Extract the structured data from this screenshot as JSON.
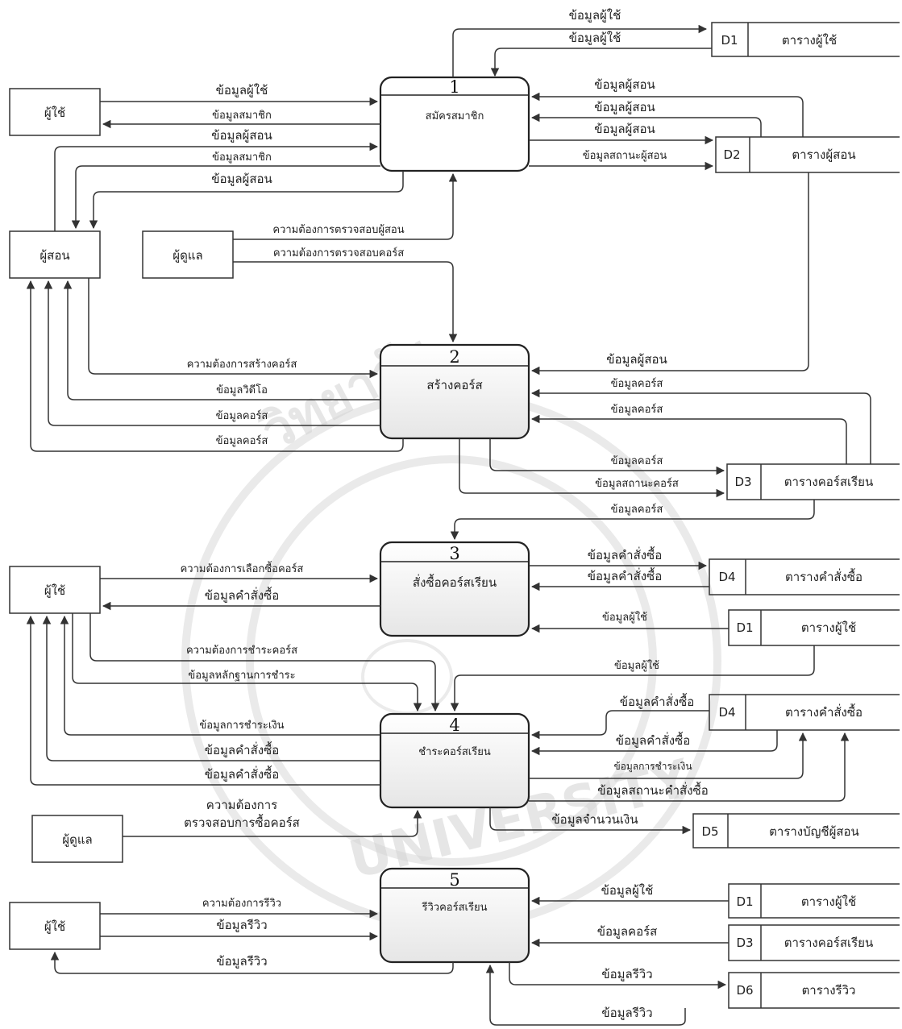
{
  "processes": [
    {
      "num": "1",
      "name": "สมัครสมาชิก"
    },
    {
      "num": "2",
      "name": "สร้างคอร์ส"
    },
    {
      "num": "3",
      "name": "สั่งซื้อคอร์สเรียน"
    },
    {
      "num": "4",
      "name": "ชำระคอร์สเรียน"
    },
    {
      "num": "5",
      "name": "รีวิวคอร์สเรียน"
    }
  ],
  "entities": {
    "user": "ผู้ใช้",
    "teacher": "ผู้สอน",
    "admin": "ผู้ดูแล"
  },
  "stores": {
    "d1": {
      "id": "D1",
      "name": "ตารางผู้ใช้"
    },
    "d2": {
      "id": "D2",
      "name": "ตารางผู้สอน"
    },
    "d3": {
      "id": "D3",
      "name": "ตารางคอร์สเรียน"
    },
    "d4": {
      "id": "D4",
      "name": "ตารางคำสั่งซื้อ"
    },
    "d5": {
      "id": "D5",
      "name": "ตารางบัญชีผู้สอน"
    },
    "d6": {
      "id": "D6",
      "name": "ตารางรีวิว"
    }
  },
  "flows": {
    "f01": "ข้อมูลผู้ใช้",
    "f02": "ข้อมูลผู้ใช้",
    "f03": "ข้อมูลผู้ใช้",
    "f04": "ข้อมูลสมาชิก",
    "f05": "ข้อมูลผู้สอน",
    "f06": "ข้อมูลสมาชิก",
    "f07": "ข้อมูลผู้สอน",
    "f08": "ข้อมูลผู้สอน",
    "f09": "ข้อมูลผู้สอน",
    "f10": "ข้อมูลผู้สอน",
    "f11": "ข้อมูลสถานะผู้สอน",
    "f12": "ความต้องการตรวจสอบผู้สอน",
    "f13": "ความต้องการตรวจสอบคอร์ส",
    "f14": "ความต้องการสร้างคอร์ส",
    "f15": "ข้อมูลวิดีโอ",
    "f16": "ข้อมูลคอร์ส",
    "f17": "ข้อมูลคอร์ส",
    "f18": "ข้อมูลผู้สอน",
    "f19": "ข้อมูลคอร์ส",
    "f20": "ข้อมูลคอร์ส",
    "f21": "ข้อมูลคอร์ส",
    "f22": "ข้อมูลสถานะคอร์ส",
    "f23": "ข้อมูลคอร์ส",
    "f24": "ความต้องการเลือกซื้อคอร์ส",
    "f25": "ข้อมูลคำสั่งซื้อ",
    "f26": "ข้อมูลคำสั่งซื้อ",
    "f27": "ข้อมูลคำสั่งซื้อ",
    "f28": "ข้อมูลผู้ใช้",
    "f29": "ความต้องการชำระคอร์ส",
    "f30": "ข้อมูลหลักฐานการชำระ",
    "f31": "ข้อมูลผู้ใช้",
    "f32": "ข้อมูลการชำระเงิน",
    "f33": "ข้อมูลคำสั่งซื้อ",
    "f34": "ข้อมูลคำสั่งซื้อ",
    "f35": "ข้อมูลคำสั่งซื้อ",
    "f36": "ข้อมูลคำสั่งซื้อ",
    "f37": "ข้อมูลการชำระเงิน",
    "f38": "ข้อมูลสถานะคำสั่งซื้อ",
    "f39a": "ความต้องการ",
    "f39b": "ตรวจสอบการซื้อคอร์ส",
    "f40": "ข้อมูลจำนวนเงิน",
    "f41": "ความต้องการรีวิว",
    "f42": "ข้อมูลรีวิว",
    "f43": "ข้อมูลรีวิว",
    "f44": "ข้อมูลผู้ใช้",
    "f45": "ข้อมูลคอร์ส",
    "f46": "ข้อมูลรีวิว",
    "f47": "ข้อมูลรีวิว"
  }
}
